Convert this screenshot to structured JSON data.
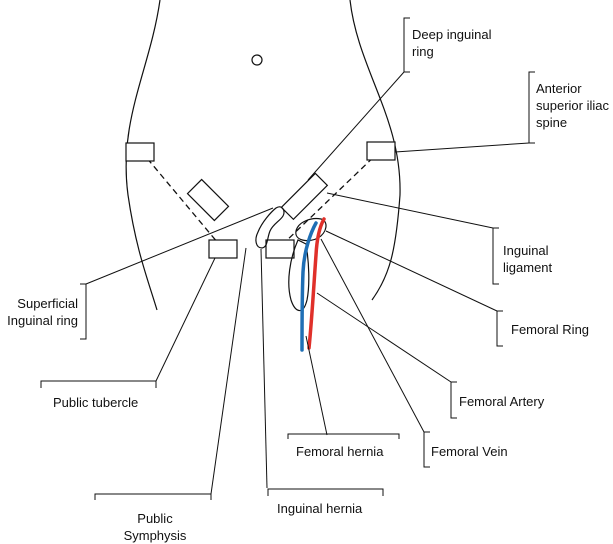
{
  "labels": {
    "deep_inguinal_ring": [
      "Deep inguinal",
      "ring"
    ],
    "anterior_superior_iliac_spine": [
      "Anterior",
      "superior iliac",
      "spine"
    ],
    "inguinal_ligament": [
      "Inguinal",
      "ligament"
    ],
    "femoral_ring": "Femoral Ring",
    "femoral_artery": "Femoral Artery",
    "femoral_vein": "Femoral Vein",
    "femoral_hernia": "Femoral hernia",
    "inguinal_hernia": "Inguinal hernia",
    "public_symphysis": [
      "Public",
      "Symphysis"
    ],
    "public_tubercle": "Public tubercle",
    "superficial_inguinal_ring": [
      "Superficial",
      "Inguinal ring"
    ]
  },
  "colors": {
    "femoral_artery": "#e0302a",
    "femoral_vein": "#1f6fb5",
    "outline": "#111111",
    "background": "#ffffff"
  }
}
